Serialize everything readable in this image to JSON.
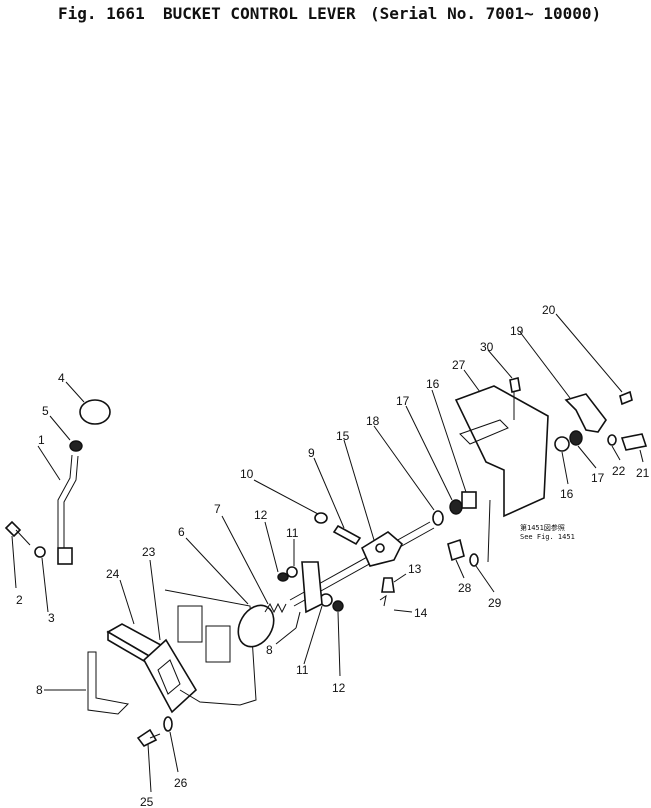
{
  "header": {
    "fig_no": "Fig. 1661",
    "title": "BUCKET CONTROL LEVER",
    "serial": "(Serial No. 7001~ 10000)"
  },
  "note": {
    "line1": "第1451図参照",
    "line2": "See Fig. 1451"
  },
  "parts": [
    {
      "no": "1"
    },
    {
      "no": "2"
    },
    {
      "no": "3"
    },
    {
      "no": "4"
    },
    {
      "no": "5"
    },
    {
      "no": "6"
    },
    {
      "no": "7"
    },
    {
      "no": "8"
    },
    {
      "no": "8"
    },
    {
      "no": "9"
    },
    {
      "no": "10"
    },
    {
      "no": "11"
    },
    {
      "no": "11"
    },
    {
      "no": "12"
    },
    {
      "no": "12"
    },
    {
      "no": "13"
    },
    {
      "no": "14"
    },
    {
      "no": "15"
    },
    {
      "no": "16"
    },
    {
      "no": "16"
    },
    {
      "no": "17"
    },
    {
      "no": "17"
    },
    {
      "no": "18"
    },
    {
      "no": "19"
    },
    {
      "no": "20"
    },
    {
      "no": "21"
    },
    {
      "no": "22"
    },
    {
      "no": "23"
    },
    {
      "no": "24"
    },
    {
      "no": "25"
    },
    {
      "no": "26"
    },
    {
      "no": "27"
    },
    {
      "no": "28"
    },
    {
      "no": "29"
    },
    {
      "no": "30"
    }
  ]
}
